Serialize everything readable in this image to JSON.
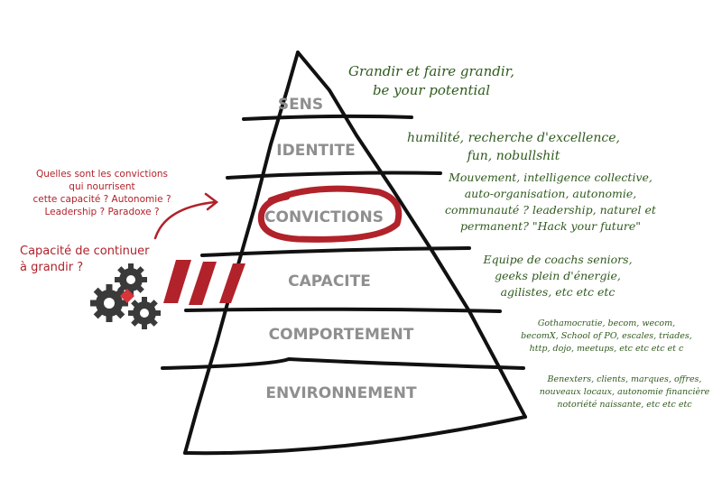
{
  "levels": {
    "sens": "SENS",
    "identite": "IDENTITE",
    "convictions": "CONVICTIONS",
    "capacite": "CAPACITE",
    "comportement": "COMPORTEMENT",
    "environnement": "ENVIRONNEMENT"
  },
  "notes": {
    "sens": [
      "Grandir et faire grandir,",
      "be your potential"
    ],
    "identite": [
      "humilité, recherche d'excellence,",
      "fun, nobullshit"
    ],
    "convictions": [
      "Mouvement, intelligence collective,",
      "auto-organisation, autonomie,",
      "communauté ? leadership, naturel et",
      "permanent?  \"Hack your future\""
    ],
    "capacite": [
      "Equipe de coachs seniors,",
      "geeks plein d'énergie,",
      "agilistes, etc etc etc"
    ],
    "comportement": [
      "Gothamocratie, becom, wecom,",
      "becomX, School of PO, escales, triades,",
      "http, dojo, meetups, etc etc etc et c"
    ],
    "environnement": [
      "Benexters, clients, marques, offres,",
      "nouveaux locaux, autonomie financière",
      "notoriété naissante, etc etc etc"
    ]
  },
  "questions": {
    "convictions": [
      "Quelles sont les convictions",
      "qui nourrisent",
      "cette capacité ? Autonomie ?",
      "Leadership ?  Paradoxe ?"
    ],
    "capacite": [
      "Capacité de continuer",
      "à grandir ?"
    ]
  },
  "colors": {
    "ink": "#111111",
    "level_text": "#8f8f8f",
    "note_green": "#2f5a1d",
    "accent_red": "#b1222a",
    "gear": "#3a3a3a"
  },
  "icons": [
    "gears-icon",
    "arrow-icon",
    "highlight-circle-icon",
    "slash-marks-icon"
  ]
}
